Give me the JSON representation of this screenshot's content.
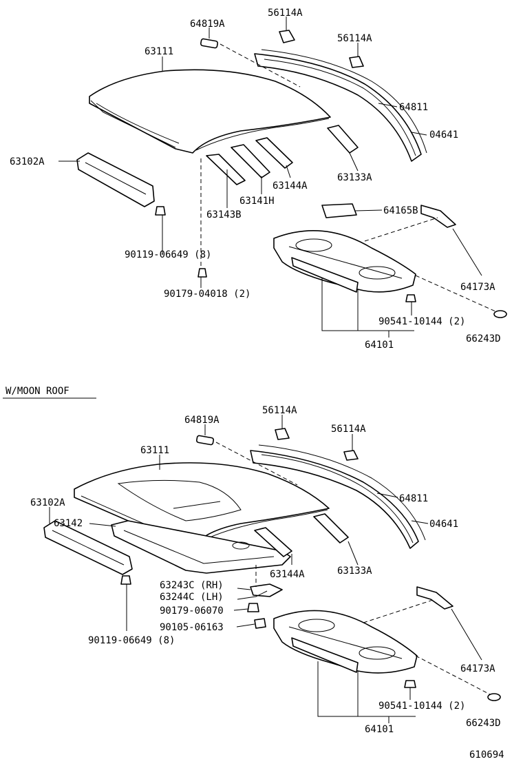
{
  "section_top": {
    "labels": [
      {
        "id": "t_64819A",
        "text": "64819A"
      },
      {
        "id": "t_56114A_1",
        "text": "56114A"
      },
      {
        "id": "t_56114A_2",
        "text": "56114A"
      },
      {
        "id": "t_63111",
        "text": "63111"
      },
      {
        "id": "t_64811",
        "text": "64811"
      },
      {
        "id": "t_04641",
        "text": "04641"
      },
      {
        "id": "t_63102A",
        "text": "63102A"
      },
      {
        "id": "t_63133A",
        "text": "63133A"
      },
      {
        "id": "t_63144A",
        "text": "63144A"
      },
      {
        "id": "t_63141H",
        "text": "63141H"
      },
      {
        "id": "t_63143B",
        "text": "63143B"
      },
      {
        "id": "t_64165B",
        "text": "64165B"
      },
      {
        "id": "t_90119",
        "text": "90119-06649 (8)"
      },
      {
        "id": "t_90179",
        "text": "90179-04018 (2)"
      },
      {
        "id": "t_64173A",
        "text": "64173A"
      },
      {
        "id": "t_90541",
        "text": "90541-10144 (2)"
      },
      {
        "id": "t_66243D",
        "text": "66243D"
      },
      {
        "id": "t_64101",
        "text": "64101"
      }
    ]
  },
  "section_moonroof": {
    "heading": "W/MOON ROOF",
    "labels": [
      {
        "id": "m_64819A",
        "text": "64819A"
      },
      {
        "id": "m_56114A_1",
        "text": "56114A"
      },
      {
        "id": "m_56114A_2",
        "text": "56114A"
      },
      {
        "id": "m_63111",
        "text": "63111"
      },
      {
        "id": "m_63102A",
        "text": "63102A"
      },
      {
        "id": "m_63142",
        "text": "63142"
      },
      {
        "id": "m_64811",
        "text": "64811"
      },
      {
        "id": "m_04641",
        "text": "04641"
      },
      {
        "id": "m_63144A",
        "text": "63144A"
      },
      {
        "id": "m_63133A",
        "text": "63133A"
      },
      {
        "id": "m_63243C",
        "text": "63243C (RH)"
      },
      {
        "id": "m_63244C",
        "text": "63244C (LH)"
      },
      {
        "id": "m_90179",
        "text": "90179-06070"
      },
      {
        "id": "m_90105",
        "text": "90105-06163"
      },
      {
        "id": "m_90119",
        "text": "90119-06649 (8)"
      },
      {
        "id": "m_64173A",
        "text": "64173A"
      },
      {
        "id": "m_90541",
        "text": "90541-10144 (2)"
      },
      {
        "id": "m_66243D",
        "text": "66243D"
      },
      {
        "id": "m_64101",
        "text": "64101"
      }
    ]
  },
  "figure_number": "610694"
}
